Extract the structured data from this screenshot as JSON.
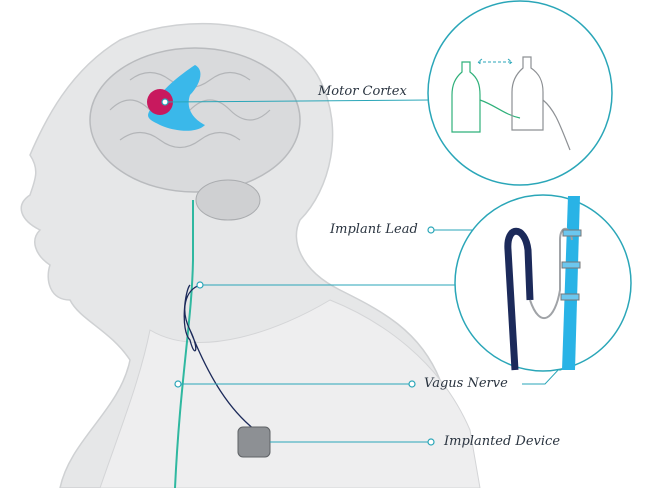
{
  "labels": {
    "motor_cortex": "Motor Cortex",
    "implant_lead": "Implant Lead",
    "vagus_nerve": "Vagus Nerve",
    "implanted_device": "Implanted Device"
  },
  "colors": {
    "callout_line": "#2aa6b8",
    "nerve": "#2fb8a0",
    "lead": "#1c2a5a",
    "vagus_nerve_blue": "#29b3e6",
    "cortex_blue": "#3ab8ea",
    "cortex_pink": "#c8195e"
  }
}
